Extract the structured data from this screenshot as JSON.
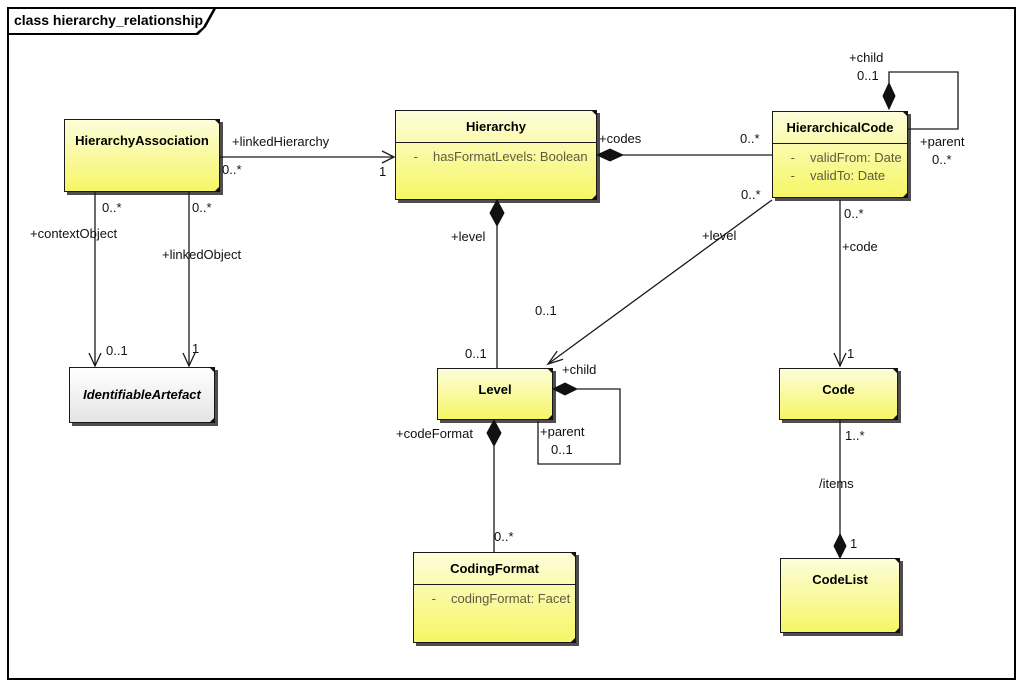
{
  "frame": {
    "title": "class hierarchy_relationship"
  },
  "classes": {
    "hierarchy_association": {
      "name": "HierarchyAssociation",
      "attributes": []
    },
    "hierarchy": {
      "name": "Hierarchy",
      "attributes": [
        {
          "vis": "-",
          "text": "hasFormatLevels: Boolean"
        }
      ]
    },
    "hierarchical_code": {
      "name": "HierarchicalCode",
      "attributes": [
        {
          "vis": "-",
          "text": "validFrom: Date"
        },
        {
          "vis": "-",
          "text": "validTo: Date"
        }
      ]
    },
    "identifiable_artefact": {
      "name": "IdentifiableArtefact",
      "attributes": []
    },
    "level": {
      "name": "Level",
      "attributes": []
    },
    "code": {
      "name": "Code",
      "attributes": []
    },
    "coding_format": {
      "name": "CodingFormat",
      "attributes": [
        {
          "vis": "-",
          "text": "codingFormat: Facet"
        }
      ]
    },
    "code_list": {
      "name": "CodeList",
      "attributes": []
    }
  },
  "associations": {
    "linkedHierarchy": {
      "role": "+linkedHierarchy",
      "source_mult": "0..*",
      "target_mult": "1"
    },
    "contextObject": {
      "role": "+contextObject",
      "source_mult": "0..*",
      "target_mult": "0..1"
    },
    "linkedObject": {
      "role": "+linkedObject",
      "source_mult": "0..*",
      "target_mult": "1"
    },
    "codes": {
      "role": "+codes",
      "target_mult": "0..*"
    },
    "levelFromHierarchy": {
      "role": "+level",
      "target_mult": "0..1"
    },
    "levelFromHierarchicalCode": {
      "role": "+level",
      "source_mult": "0..*",
      "target_mult": "0..1"
    },
    "hierarchicalCodeSelf": {
      "child_role": "+child",
      "child_mult": "0..1",
      "parent_role": "+parent",
      "parent_mult": "0..*"
    },
    "code": {
      "role": "+code",
      "source_mult": "0..*",
      "target_mult": "1"
    },
    "items": {
      "role": "/items",
      "source_mult": "1..*",
      "target_mult": "1"
    },
    "levelSelf": {
      "child_role": "+child",
      "parent_role": "+parent",
      "parent_mult": "0..1"
    },
    "codeFormat": {
      "role": "+codeFormat",
      "target_mult": "0..*"
    }
  },
  "colors": {
    "class_fill_top": "#fdfdda",
    "class_fill_bottom": "#f6f666",
    "artefact_fill_top": "#ffffff",
    "artefact_fill_bottom": "#e4e4e4",
    "attribute_text": "#5c5c42",
    "line": "#1a1a1a",
    "shadow": "#4e4e4e"
  }
}
